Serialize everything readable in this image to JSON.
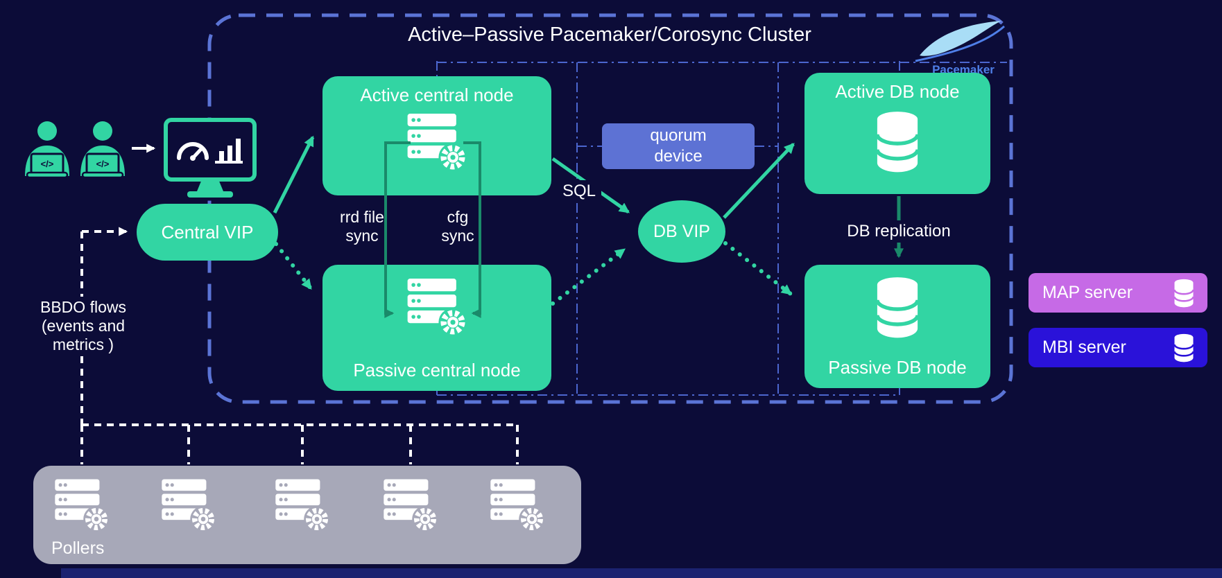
{
  "cluster": {
    "title": "Active–Passive Pacemaker/Corosync Cluster",
    "border_color": "#5b74d6",
    "logo": {
      "text": "Pacemaker",
      "icon": "feather-icon",
      "text_color": "#4f7fe8"
    }
  },
  "nodes": {
    "central_vip": {
      "label": "Central VIP",
      "color": "#32d5a3"
    },
    "active_central": {
      "label": "Active central node",
      "color": "#32d5a3",
      "icon": "server-icon"
    },
    "passive_central": {
      "label": "Passive central node",
      "color": "#32d5a3",
      "icon": "server-icon"
    },
    "quorum_device": {
      "label": "quorum\ndevice",
      "color": "#5d72d4"
    },
    "db_vip": {
      "label": "DB VIP",
      "color": "#32d5a3"
    },
    "active_db": {
      "label": "Active DB node",
      "color": "#32d5a3",
      "icon": "database-icon"
    },
    "passive_db": {
      "label": "Passive DB node",
      "color": "#32d5a3",
      "icon": "database-icon"
    },
    "map_server": {
      "label": "MAP server",
      "color": "#c66ae6",
      "icon": "database-icon"
    },
    "mbi_server": {
      "label": "MBI server",
      "color": "#2a12d9",
      "icon": "database-icon"
    },
    "pollers": {
      "label": "Pollers",
      "color": "#a7a8b8",
      "icon": "server-icon",
      "icon_count": 5
    }
  },
  "edge_labels": {
    "rrd_sync": "rrd file\nsync",
    "cfg_sync": "cfg\nsync",
    "sql": "SQL",
    "db_replication": "DB replication",
    "bbdo": "BBDO flows\n(events and\nmetrics )"
  },
  "icons": {
    "code_symbol": "</>"
  },
  "colors": {
    "background": "#0c0c38",
    "teal": "#32d5a3",
    "sync_green": "#1a8a6a",
    "cluster_border": "#5b74d6",
    "corosync_link": "#4c66cf",
    "quorum": "#5d72d4",
    "map": "#c66ae6",
    "mbi": "#2a12d9",
    "pollers_gray": "#a7a8b8",
    "bottom_bar": "#1b2270"
  }
}
